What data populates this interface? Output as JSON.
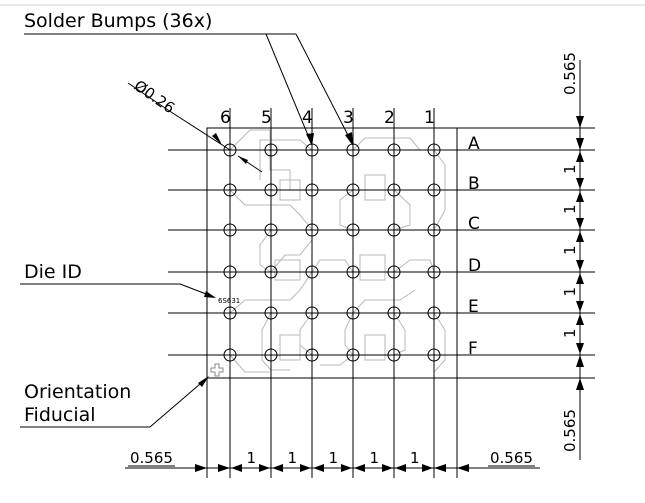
{
  "callouts": {
    "solder_bumps": "Solder Bumps (36x)",
    "diameter": "Ø0.26",
    "die_id": "Die ID",
    "orientation_line1": "Orientation",
    "orientation_line2": "Fiducial",
    "die_id_marking": "6S631"
  },
  "columns": [
    "6",
    "5",
    "4",
    "3",
    "2",
    "1"
  ],
  "rows": [
    "A",
    "B",
    "C",
    "D",
    "E",
    "F"
  ],
  "dimensions": {
    "pitch": "1",
    "edge_offset": "0.565"
  },
  "colors": {
    "lines": "#000000",
    "traces": "#b8b8b8",
    "background": "#ffffff"
  }
}
